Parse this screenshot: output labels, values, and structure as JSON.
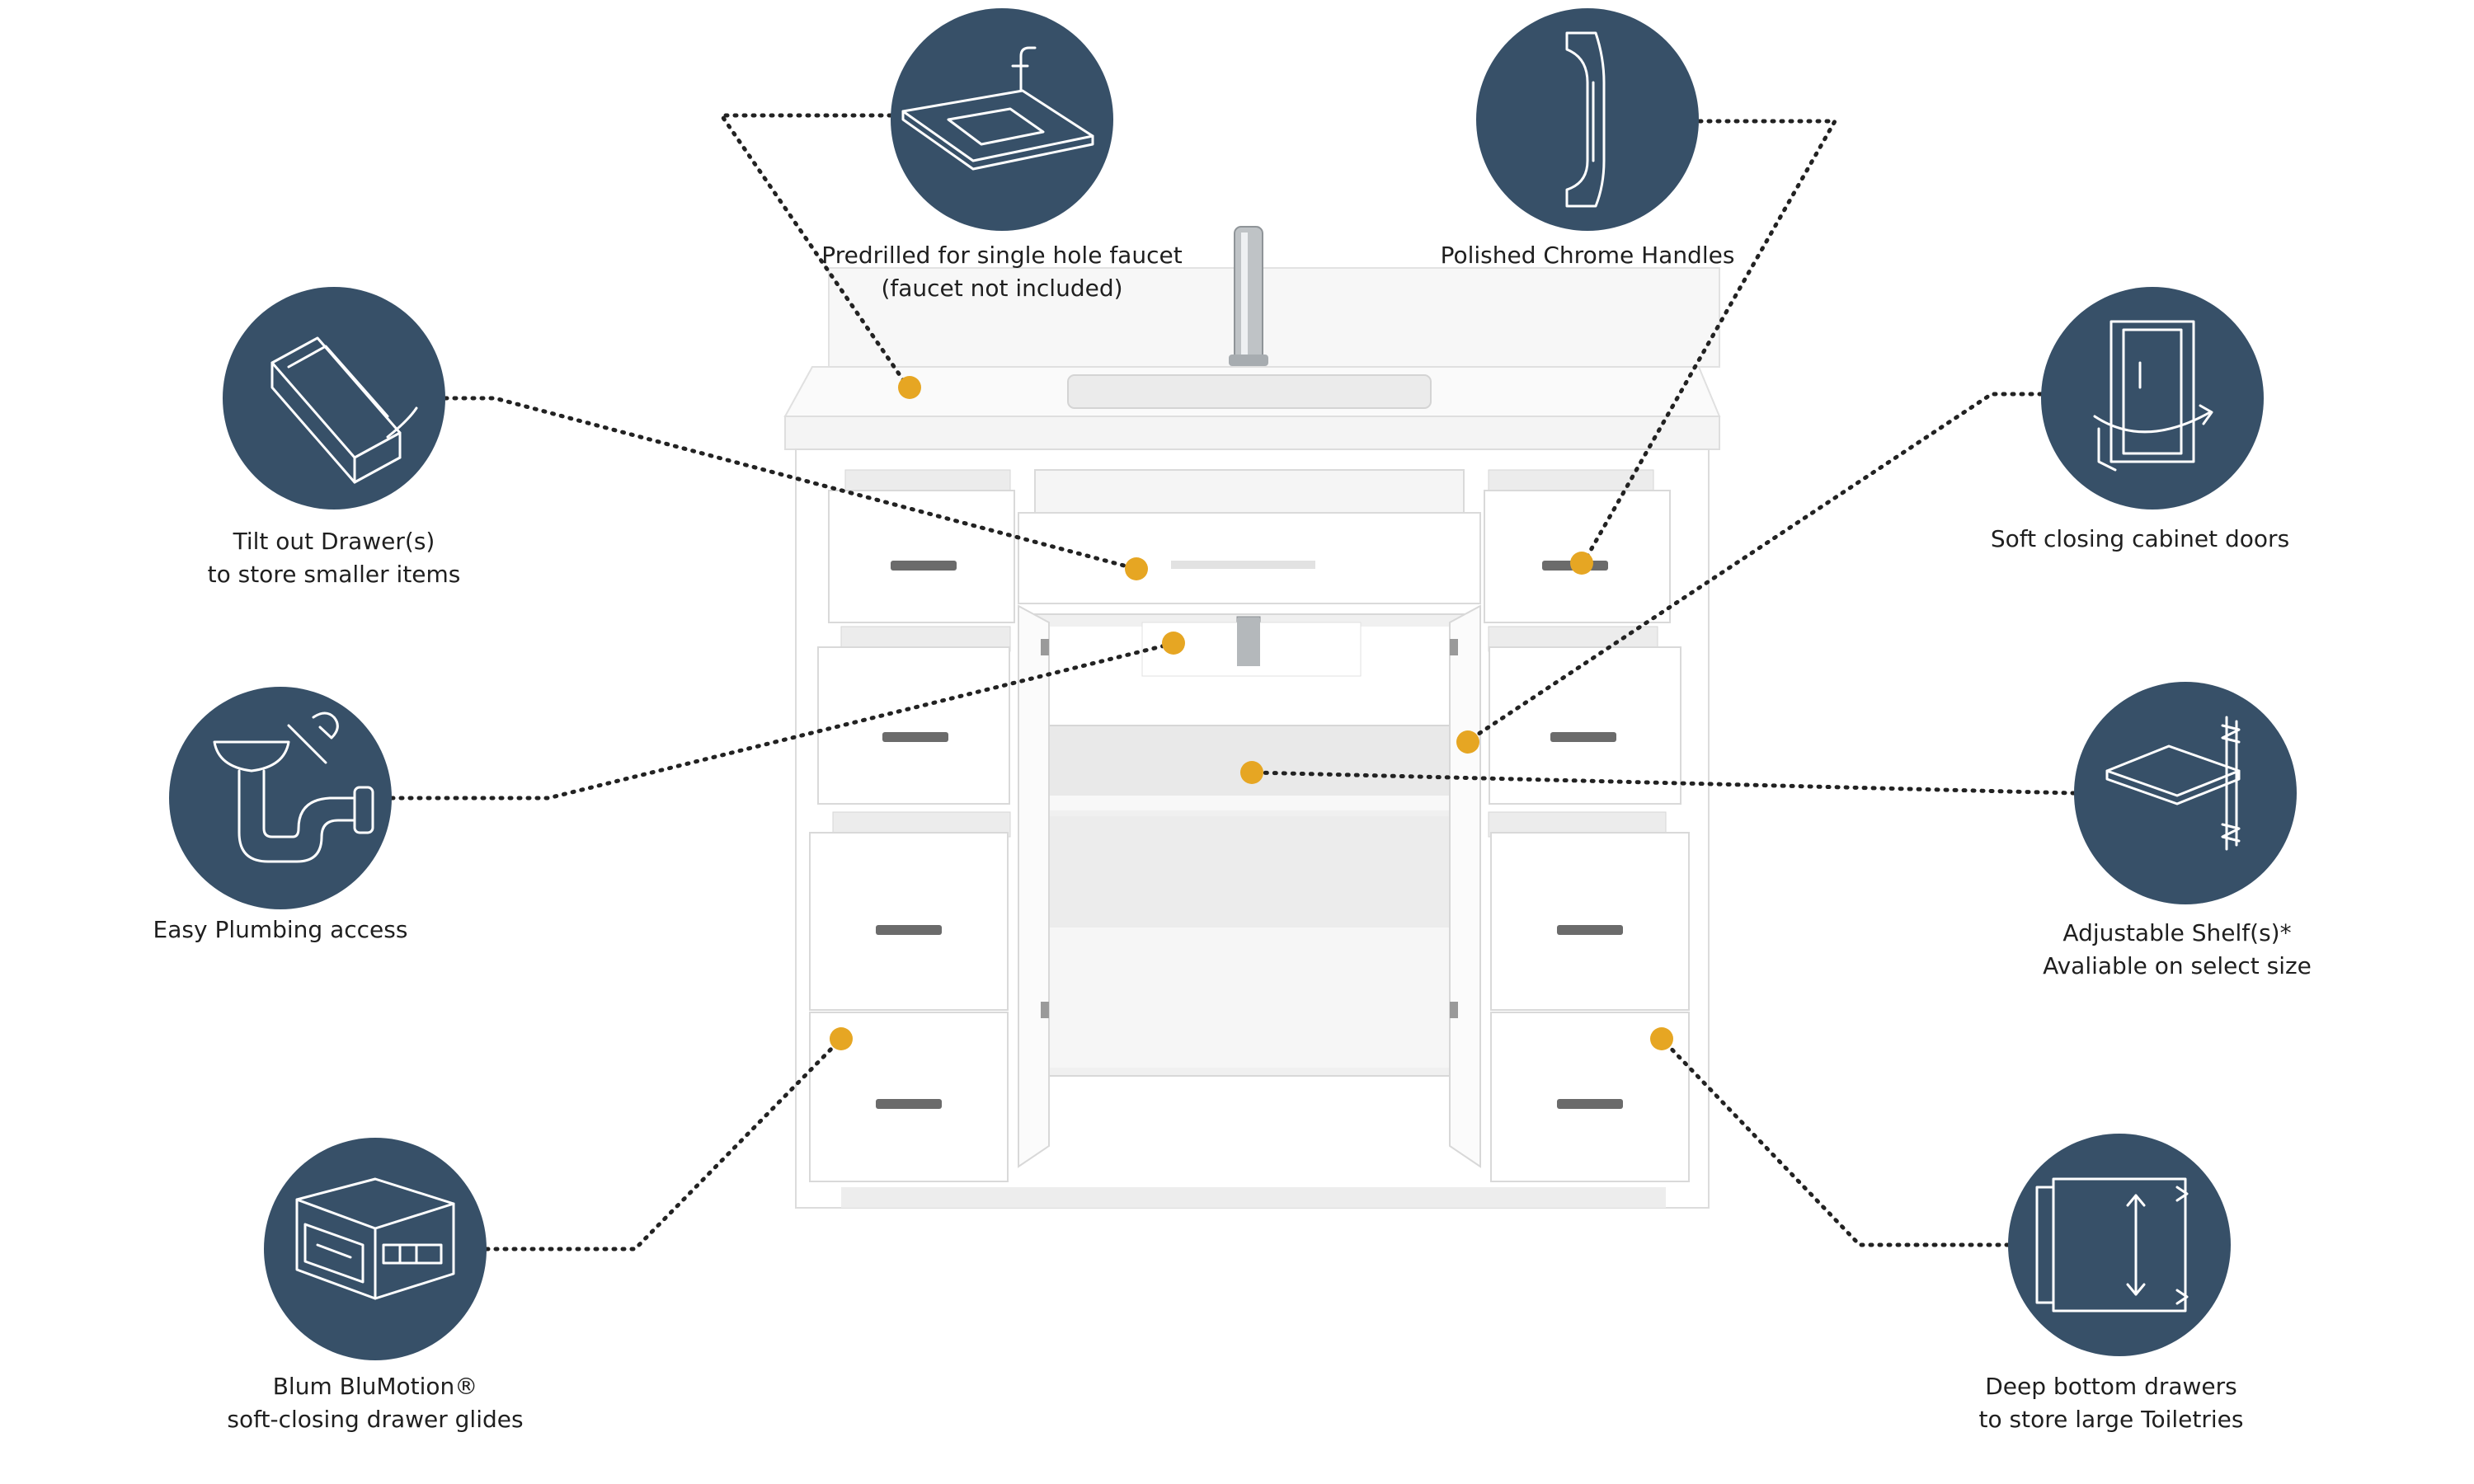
{
  "colors": {
    "circle": "#375068",
    "icon_stroke": "#ffffff",
    "dot": "#e6a623",
    "leader": "#222222",
    "cabinet": "#ffffff",
    "cabinet_shade": "#e4e4e4",
    "handle": "#6b6b6b"
  },
  "features": [
    {
      "id": "faucet",
      "icon": "vanity-top-faucet-icon",
      "lines": [
        "Predrilled for single hole faucet",
        "(faucet not included)"
      ]
    },
    {
      "id": "handles",
      "icon": "chrome-handle-icon",
      "lines": [
        "Polished Chrome Handles"
      ]
    },
    {
      "id": "tilt",
      "icon": "tilt-out-drawer-icon",
      "lines": [
        "Tilt out Drawer(s)",
        "to store smaller items"
      ]
    },
    {
      "id": "doors",
      "icon": "soft-close-door-icon",
      "lines": [
        "Soft closing cabinet doors"
      ]
    },
    {
      "id": "plumbing",
      "icon": "plumbing-pipe-icon",
      "lines": [
        "Easy Plumbing access"
      ]
    },
    {
      "id": "shelf",
      "icon": "adjustable-shelf-icon",
      "lines": [
        "Adjustable Shelf(s)*",
        "Avaliable on select size"
      ]
    },
    {
      "id": "blum",
      "icon": "drawer-glide-icon",
      "lines": [
        "Blum BluMotion®",
        "soft-closing drawer glides"
      ]
    },
    {
      "id": "deep",
      "icon": "deep-drawer-icon",
      "lines": [
        "Deep bottom drawers",
        "to store large Toiletries"
      ]
    }
  ]
}
